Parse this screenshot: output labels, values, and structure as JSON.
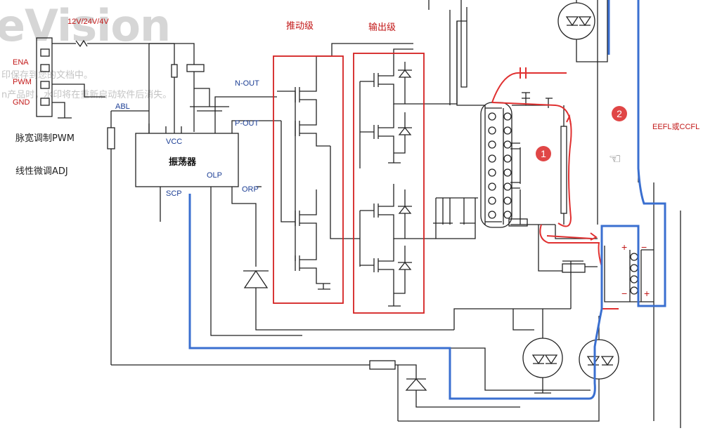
{
  "watermark": {
    "brand": "eVision",
    "line1": "印保存到您的文档中。",
    "line2": "n产品时，水印将在重新启动软件后消失。"
  },
  "labels": {
    "input_voltage": "12V/24V/4V",
    "ena": "ENA",
    "pwm": "PWM",
    "gnd": "GND",
    "pwm_mode": "脉宽调制PWM",
    "adj_mode": "线性微调ADJ",
    "abl": "ABL",
    "vcc": "VCC",
    "oscillator": "振荡器",
    "olp": "OLP",
    "scp": "SCP",
    "orp": "ORP",
    "n_out": "N-OUT",
    "p_out": "P-OUT",
    "driver_stage": "推动级",
    "output_stage": "输出级",
    "lamp": "EEFL或CCFL",
    "marker1": "1",
    "marker2": "2",
    "plus1": "+",
    "minus1": "−",
    "plus2": "+",
    "minus2": "−"
  },
  "colors": {
    "wire": "#222222",
    "stage_box": "#d42020",
    "current_path_1": "#e03030",
    "current_path_2": "#3a6fd0",
    "badge": "#e04646",
    "label_red": "#c21818",
    "label_blue": "#1d3f95"
  }
}
